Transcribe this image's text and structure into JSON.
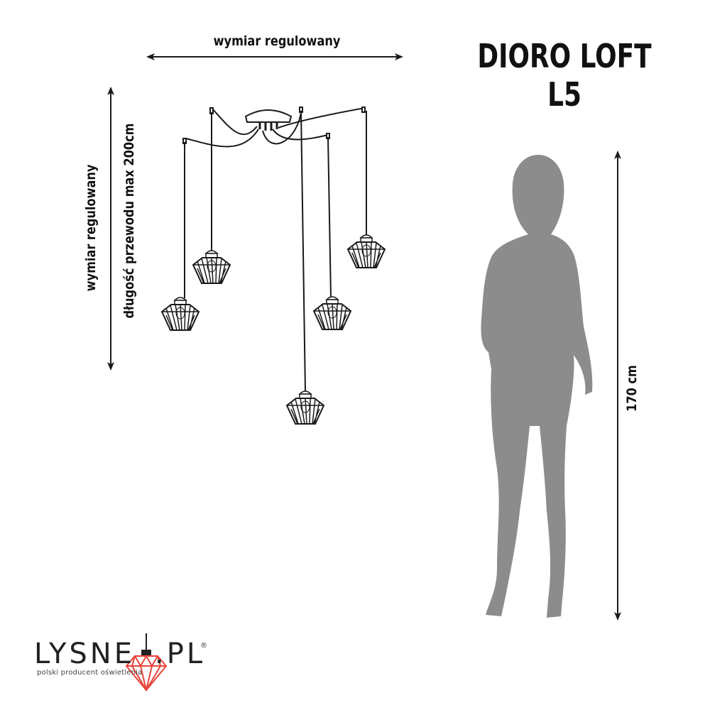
{
  "title": "DIORO LOFT L5",
  "dimensions": {
    "top_label": "wymiar regulowany",
    "left_outer_label": "wymiar regulowany",
    "left_inner_label": "długość przewodu max 200cm",
    "height_label": "170 cm"
  },
  "logo": {
    "part_a": "LYSNE",
    "part_b": ".PL",
    "registered": "®",
    "tagline": "polski producent oświetlenia",
    "accent_color": "#e8443a"
  },
  "colors": {
    "silhouette": "#8c8c8c",
    "line": "#1a1a1a"
  },
  "icons": [
    "pendant-lamp-icon",
    "woman-silhouette-icon",
    "diamond-lamp-logo-icon"
  ]
}
